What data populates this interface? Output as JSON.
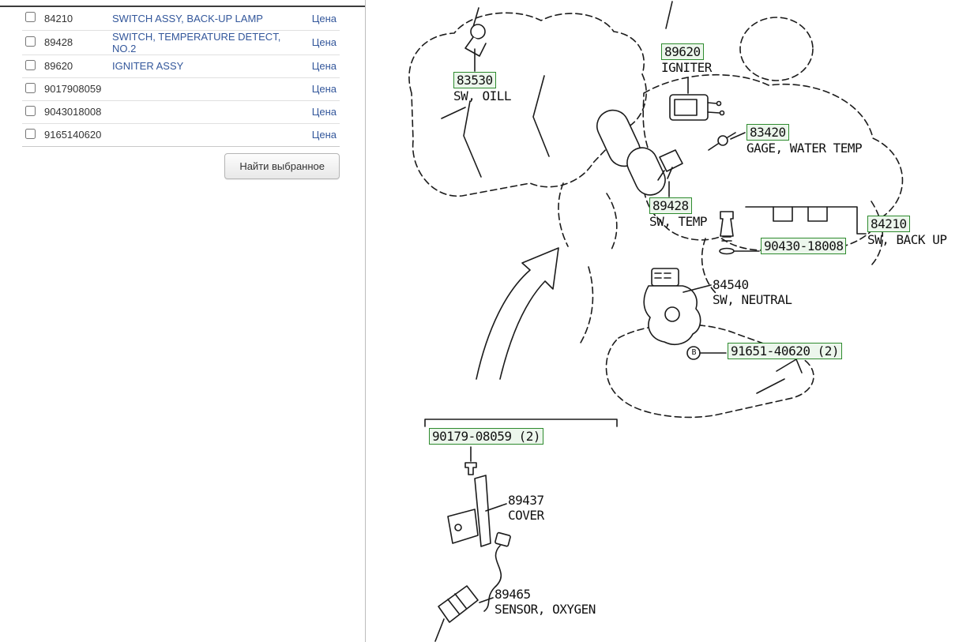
{
  "colors": {
    "link_blue": "#33579b",
    "highlight_border": "#2e8b2e",
    "highlight_bg": "#ecf6ec"
  },
  "left_panel": {
    "rows": [
      {
        "part": "84210",
        "desc": "SWITCH ASSY, BACK-UP LAMP",
        "price_label": "Цена"
      },
      {
        "part": "89428",
        "desc": "SWITCH, TEMPERATURE DETECT, NO.2",
        "price_label": "Цена"
      },
      {
        "part": "89620",
        "desc": "IGNITER ASSY",
        "price_label": "Цена"
      },
      {
        "part": "9017908059",
        "desc": "",
        "price_label": "Цена"
      },
      {
        "part": "9043018008",
        "desc": "",
        "price_label": "Цена"
      },
      {
        "part": "9165140620",
        "desc": "",
        "price_label": "Цена"
      }
    ],
    "find_button_label": "Найти выбранное"
  },
  "diagram": {
    "bolt_symbol": "B",
    "labels": [
      {
        "code": "89620",
        "name": "IGNITER"
      },
      {
        "code": "83530",
        "name": "SW, OILL"
      },
      {
        "code": "83420",
        "name": "GAGE, WATER TEMP"
      },
      {
        "code": "89428",
        "name": "SW, TEMP"
      },
      {
        "code": "84210",
        "name": "SW, BACK UP"
      },
      {
        "code": "90430-18008",
        "name": ""
      },
      {
        "code": "84540",
        "name": "SW, NEUTRAL"
      },
      {
        "code": "91651-40620 (2)",
        "name": ""
      },
      {
        "code": "90179-08059 (2)",
        "name": ""
      },
      {
        "code": "89437",
        "name": "COVER"
      },
      {
        "code": "89465",
        "name": "SENSOR, OXYGEN"
      }
    ]
  }
}
